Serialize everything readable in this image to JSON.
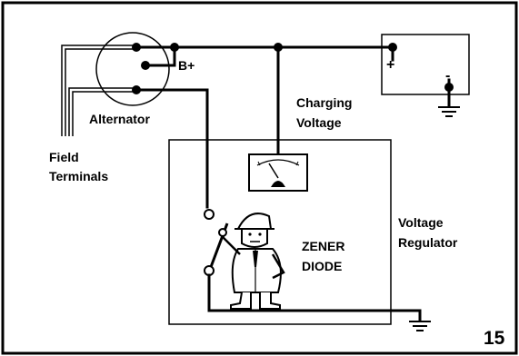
{
  "labels": {
    "b_plus": "B+",
    "alternator": "Alternator",
    "field_terminals_line1": "Field",
    "field_terminals_line2": "Terminals",
    "charging_voltage_line1": "Charging",
    "charging_voltage_line2": "Voltage",
    "voltage_regulator_line1": "Voltage",
    "voltage_regulator_line2": "Regulator",
    "zener_line1": "ZENER",
    "zener_line2": "DIODE",
    "battery_plus": "+",
    "battery_minus": "-",
    "page_number": "15"
  },
  "colors": {
    "ink": "#000000",
    "background": "#ffffff"
  }
}
